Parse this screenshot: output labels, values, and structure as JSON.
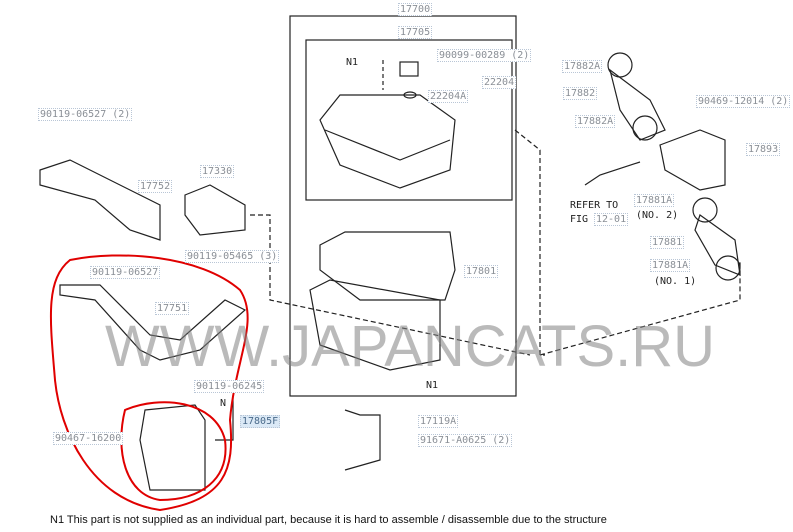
{
  "watermark": "WWW.JAPANCATS.RU",
  "labels": {
    "p17700": "17700",
    "p17705": "17705",
    "n1_top": "N1",
    "p90099": "90099-00289 (2)",
    "p22204": "22204",
    "p22204a": "22204A",
    "p90119_06527_2": "90119-06527 (2)",
    "p17752": "17752",
    "p17330": "17330",
    "p90119_05465": "90119-05465 (3)",
    "p90119_06527": "90119-06527",
    "p17751": "17751",
    "p90119_06245": "90119-06245",
    "n": "N",
    "p17805f": "17805F",
    "p90467": "90467-16200",
    "p17801": "17801",
    "n1_bottom": "N1",
    "p17119a": "17119A",
    "p91671": "91671-A0625 (2)",
    "p17882a_top": "17882A",
    "p17882": "17882",
    "p90469": "90469-12014 (2)",
    "p17882a_bot": "17882A",
    "p17893": "17893",
    "refer": "REFER TO",
    "fig": "FIG",
    "fig_ref": "12-01",
    "p17881a_no2": "17881A",
    "no2": "(NO. 2)",
    "p17881": "17881",
    "p17881a_no1": "17881A",
    "no1": "(NO. 1)"
  },
  "footnote": "N1  This part is not supplied as an individual part, because it is hard to assemble / disassemble due to the structure",
  "colors": {
    "highlight": "#e00000",
    "label_border": "#b9c6d6",
    "selected_bg": "#dbe9f6"
  }
}
